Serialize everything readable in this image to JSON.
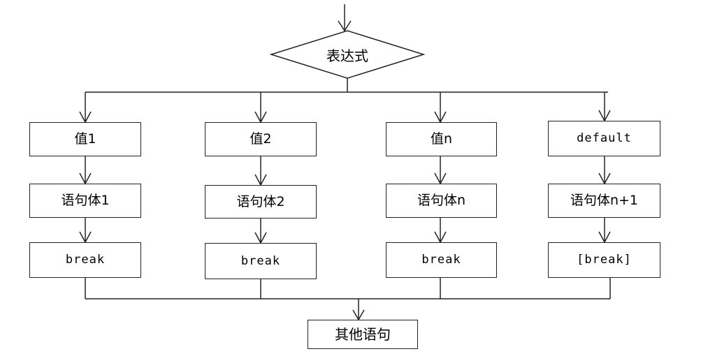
{
  "decision": {
    "label": "表达式"
  },
  "columns": [
    {
      "value": "值1",
      "body": "语句体1",
      "brk": "break"
    },
    {
      "value": "值2",
      "body": "语句体2",
      "brk": "break"
    },
    {
      "value": "值n",
      "body": "语句体n",
      "brk": "break"
    },
    {
      "value": "default",
      "body": "语句体n+1",
      "brk": "[break]"
    }
  ],
  "end": {
    "label": "其他语句"
  }
}
